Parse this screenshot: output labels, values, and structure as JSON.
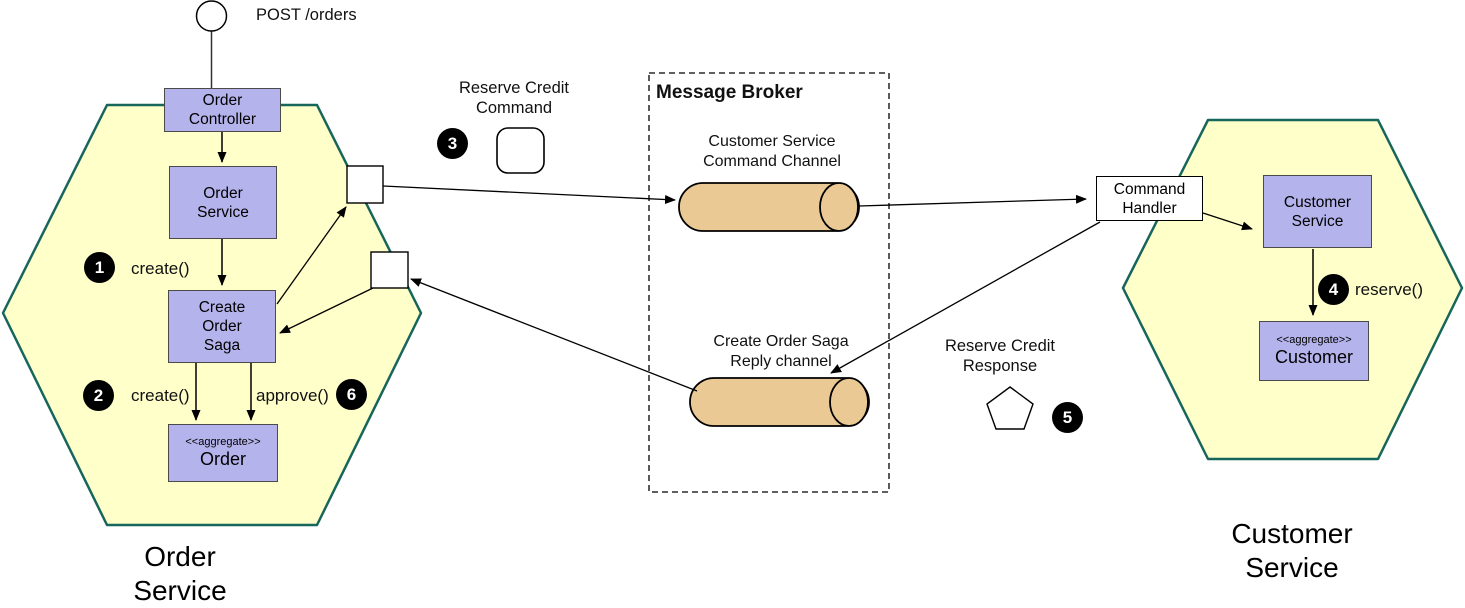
{
  "colors": {
    "hexagon_fill": "#ffffc9",
    "hexagon_stroke": "#17665c",
    "component_fill": "#b5b3ec",
    "channel_fill": "#ebc994",
    "badge_fill": "#000000",
    "badge_text": "#ffffff"
  },
  "entry": {
    "post_label": "POST /orders"
  },
  "order_service_hexagon": {
    "label": "Order\nService",
    "boxes": {
      "controller": "Order\nController",
      "service": "Order\nService",
      "saga": "Create\nOrder\nSaga",
      "aggregate_stereotype": "<<aggregate>>",
      "aggregate_name": "Order"
    },
    "annotations": {
      "step1": {
        "num": "1",
        "label": "create()"
      },
      "step2": {
        "num": "2",
        "label": "create()"
      },
      "step6": {
        "num": "6",
        "label": "approve()"
      }
    }
  },
  "message_broker": {
    "title": "Message Broker",
    "command_channel_label": "Customer Service\nCommand Channel",
    "reply_channel_label": "Create Order Saga\nReply channel"
  },
  "messages": {
    "reserve_credit_command": {
      "step": "3",
      "label": "Reserve Credit\nCommand"
    },
    "reserve_credit_response": {
      "step": "5",
      "label": "Reserve Credit\nResponse"
    }
  },
  "customer_service_hexagon": {
    "label": "Customer\nService",
    "boxes": {
      "command_handler": "Command\nHandler",
      "service": "Customer\nService",
      "aggregate_stereotype": "<<aggregate>>",
      "aggregate_name": "Customer"
    },
    "annotations": {
      "step4": {
        "num": "4",
        "label": "reserve()"
      }
    }
  }
}
